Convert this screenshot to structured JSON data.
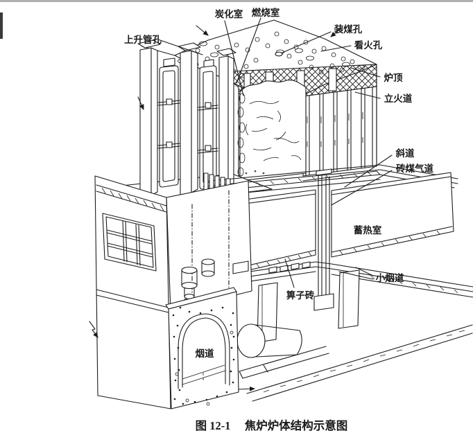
{
  "figure": {
    "caption": {
      "number": "图 12-1",
      "title": "焦炉炉体结构示意图"
    },
    "labels": [
      {
        "id": "carbonization-chamber",
        "text": "炭化室"
      },
      {
        "id": "combustion-chamber",
        "text": "燃烧室"
      },
      {
        "id": "riser-pipe-hole",
        "text": "上升管孔"
      },
      {
        "id": "coal-charging-hole",
        "text": "装煤孔"
      },
      {
        "id": "fire-observation-hole",
        "text": "看火孔"
      },
      {
        "id": "oven-top",
        "text": "炉顶"
      },
      {
        "id": "vertical-flue",
        "text": "立火道"
      },
      {
        "id": "inclined-duct",
        "text": "斜道"
      },
      {
        "id": "brick-gas-duct",
        "text": "砖煤气道"
      },
      {
        "id": "regenerator",
        "text": "蓄热室"
      },
      {
        "id": "small-flue",
        "text": "小烟道"
      },
      {
        "id": "grate-brick",
        "text": "箅子砖"
      },
      {
        "id": "flue",
        "text": "烟道"
      }
    ],
    "colors": {
      "ink": "#1b1b1b",
      "paper": "#ffffff",
      "scan_bar": "#3a3a3a",
      "scan_top_line": "#b0b0b0"
    }
  }
}
